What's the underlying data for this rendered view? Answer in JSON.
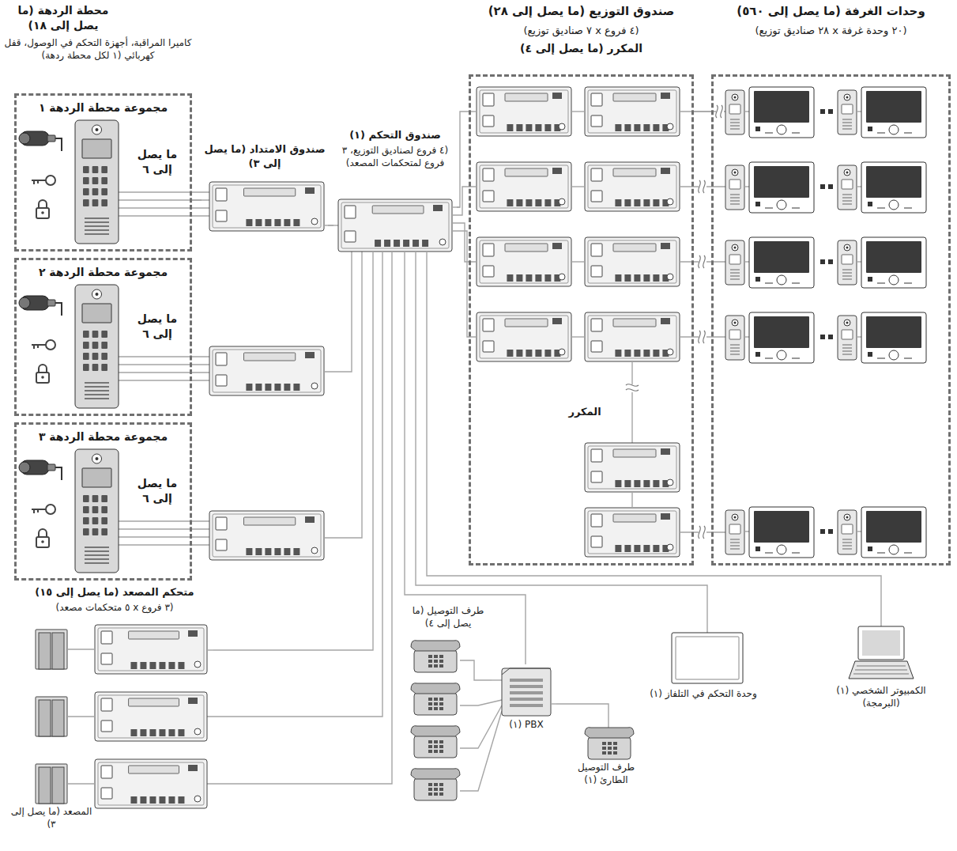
{
  "diagram": {
    "nodes": [
      {
        "text": [
          "مجموعة محطة الردهة ١",
          "ما يصل إلى ٦"
        ]
      },
      {
        "text": [
          "مجموعة محطة الردهة ٢",
          "ما يصل إلى ٦"
        ]
      },
      {
        "text": [
          "مجموعة محطة الردهة ٣",
          "ما يصل إلى ٦"
        ]
      },
      {
        "text": [
          "صندوق الامتداد (ما يصل إلى ٣)"
        ]
      },
      {
        "text": [
          "صندوق التحكم (١)",
          "(٤ فروع لصناديق التوزيع، ٣ فروع لمتحكمات المصعد)"
        ]
      },
      {
        "text": [
          "صندوق التوزيع (ما يصل إلى ٢٨)",
          "(٤ فروع x ٧ صناديق توزيع)",
          "المكرر (ما يصل إلى ٤)"
        ]
      },
      {
        "text": [
          "وحدات الغرفة (ما يصل إلى ٥٦٠)",
          "(٢٠ وحدة غرفة x ٢٨ صناديق توزيع)"
        ]
      },
      {
        "text": [
          "متحكم المصعد (ما يصل إلى ١٥)",
          "(٣ فروع x ٥ متحكمات مصعد)"
        ]
      },
      {
        "text": [
          "PBX (١)"
        ]
      },
      {
        "text": [
          "وحدة التحكم في التلفاز (١)"
        ]
      },
      {
        "text": [
          "الكمبيوتر الشخصي (١)",
          "(البرمجة)"
        ]
      },
      {
        "text": [
          "طرف التوصيل الطارئ (١)"
        ]
      },
      {
        "text": [
          "طرف التوصيل (ما يصل إلى ٤)"
        ]
      },
      {
        "text": [
          "المصعد (ما يصل إلى ٣)"
        ]
      }
    ],
    "edges": [
      {
        "from": 0,
        "to": 3,
        "arrow": "none"
      },
      {
        "from": 3,
        "to": 4,
        "arrow": "none"
      },
      {
        "from": 4,
        "to": 5,
        "arrow": "none"
      },
      {
        "from": 5,
        "to": 6,
        "arrow": "none"
      },
      {
        "from": 4,
        "to": 7,
        "arrow": "none"
      },
      {
        "from": 4,
        "to": 8,
        "arrow": "none"
      },
      {
        "from": 4,
        "to": 9,
        "arrow": "none"
      },
      {
        "from": 4,
        "to": 10,
        "arrow": "none"
      },
      {
        "from": 8,
        "to": 12,
        "arrow": "none"
      },
      {
        "from": 8,
        "to": 11,
        "arrow": "none"
      }
    ],
    "labels": [
      "محطة الردهة (ما يصل إلى ١٨)",
      "كاميرا المراقبة، أجهزة التحكم في الوصول، قفل كهربائي (١ لكل محطة ردهة)",
      "المكرر"
    ]
  }
}
